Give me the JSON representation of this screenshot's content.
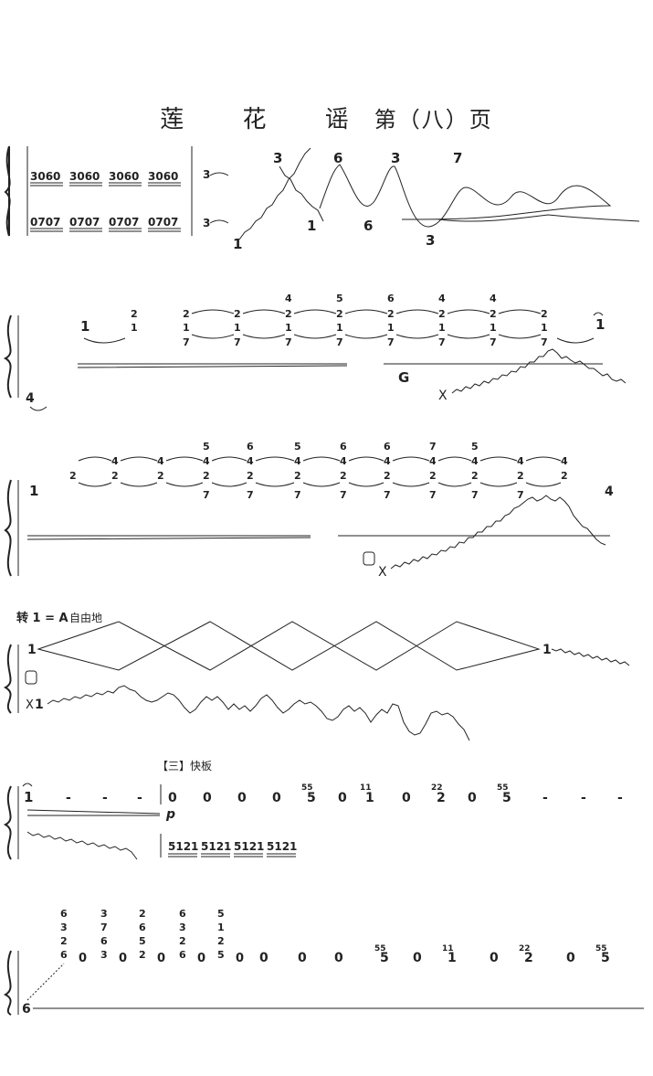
{
  "page": {
    "title_main": "莲 花 谣",
    "title_page": "第（八）页"
  },
  "system1": {
    "upper_group": "3060",
    "lower_group": "0707",
    "sweep_notes": [
      "1",
      "3",
      "1",
      "6",
      "6",
      "3",
      "3",
      "7"
    ]
  },
  "system2": {
    "upper_start": "1",
    "chord_tops": [
      "4",
      "5",
      "6",
      "4",
      "4"
    ],
    "chord_mid": "2",
    "chord_low": "1",
    "chord_bottom": "7",
    "end_note": "1",
    "lower_note": "4",
    "pedal_mark": "G",
    "x_mark": "X"
  },
  "system3": {
    "upper_start": "1",
    "chord_tops": [
      "5",
      "6",
      "5",
      "6",
      "6",
      "7",
      "5"
    ],
    "chord_mid": "4",
    "chord_low": "2",
    "chord_bottom": "7",
    "end_note": "4",
    "x_mark": "X"
  },
  "system4": {
    "key_change": "转 1 = A",
    "tempo_note": "自由地",
    "upper_note": "1",
    "end_note": "1",
    "lower_note": "1",
    "x_mark": "X"
  },
  "system5": {
    "section_label": "【三】快板",
    "start_note": "1",
    "rests": [
      "-",
      "-",
      "-"
    ],
    "zeros": [
      "0",
      "0",
      "0",
      "0"
    ],
    "dyn": "p",
    "phrase": [
      "55",
      "5",
      "0",
      "11",
      "1",
      "0",
      "22",
      "2",
      "0",
      "55",
      "5",
      "-",
      "-",
      "-"
    ],
    "lower_group": "5121"
  },
  "system6": {
    "chords": [
      [
        "6",
        "3",
        "2",
        "6"
      ],
      [
        "3",
        "7",
        "6",
        "3"
      ],
      [
        "2",
        "6",
        "5",
        "2"
      ],
      [
        "6",
        "3",
        "2",
        "6"
      ],
      [
        "5",
        "1",
        "2",
        "5"
      ]
    ],
    "zero": "0",
    "phrase": [
      "0",
      "0",
      "0",
      "55",
      "5",
      "0",
      "11",
      "1",
      "0",
      "22",
      "2",
      "0",
      "55",
      "5"
    ],
    "lower_note": "6"
  }
}
